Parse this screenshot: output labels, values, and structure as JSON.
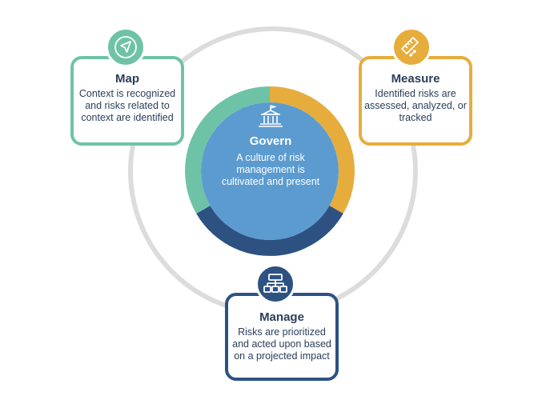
{
  "colors": {
    "outer_ring": "#dcdcdc",
    "map": "#6ec3a6",
    "measure": "#e6ad3d",
    "manage": "#2d5282",
    "govern_fill": "#5b9bd0",
    "text_dark": "#2b3e5a"
  },
  "govern": {
    "title": "Govern",
    "body": "A culture of risk management is cultivated and present",
    "icon": "institution-icon"
  },
  "map": {
    "title": "Map",
    "body": "Context is recognized and risks related to context are identified",
    "icon": "navigation-arrow-icon"
  },
  "measure": {
    "title": "Measure",
    "body": "Identified risks are assessed, analyzed, or tracked",
    "icon": "ruler-icon"
  },
  "manage": {
    "title": "Manage",
    "body": "Risks are prioritized and acted upon based on a projected impact",
    "icon": "hierarchy-icon"
  }
}
